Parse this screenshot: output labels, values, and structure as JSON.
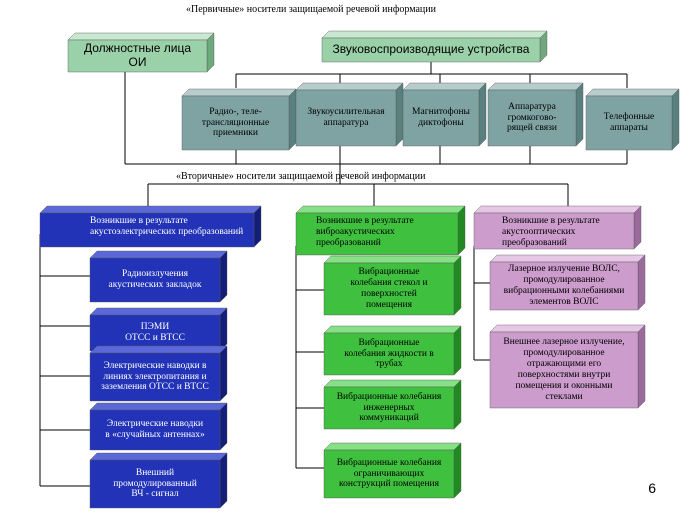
{
  "title_primary": "«Первичные» носители защищаемой речевой информации",
  "title_secondary": "«Вторичные» носители защищаемой речевой информации",
  "page_number": "6",
  "colors": {
    "gray_face": "#7fa3a3",
    "gray_top": "#b7cccc",
    "gray_side": "#5a7f7f",
    "green_light_face": "#9bd1a8",
    "green_light_top": "#c8e8cf",
    "green_light_side": "#6fa87d",
    "blue_face": "#2233b8",
    "blue_top": "#5a68d8",
    "blue_side": "#121e78",
    "green_face": "#3fc03f",
    "green_top": "#86e086",
    "green_side": "#1f8a1f",
    "violet_face": "#cc9ccc",
    "violet_top": "#e6c8e6",
    "violet_side": "#9a6a9a"
  },
  "top": {
    "officials": "Должностные лица\nОИ",
    "devices": "Звуковоспроизводящие устройства"
  },
  "devices": [
    "Радио-, теле-\nтрансляционные\nприемники",
    "Звукоусилительная\nаппаратура",
    "Магнитофоны\nдиктофоны",
    "Аппаратура\nгромкогово-\nрящей связи",
    "Телефонные\nаппараты"
  ],
  "columns": {
    "blue": {
      "header": "Возникшие в результате\nакустоэлектрических   преобразований",
      "items": [
        "Радиоизлучения\nакустических закладок",
        "ПЭМИ\nОТСС  и  ВТСС",
        "Электрические наводки  в\nлиниях электропитания  и\nзаземления ОТСС и ВТСС",
        "Электрические наводки\nв «случайных антеннах»",
        "Внешний\nпромодулированный\nВЧ - сигнал"
      ]
    },
    "green": {
      "header": "Возникшие в результате\nвиброакустических\nпреобразований",
      "items": [
        "Вибрационные\nколебания стекол и\nповерхностей\nпомещения",
        "Вибрационные\nколебания  жидкости в\nтрубах",
        "Вибрационные колебания\nинженерных\nкоммуникаций",
        "Вибрационные колебания\nограничивающих\nконструкций помещения"
      ]
    },
    "violet": {
      "header": "Возникшие  в результате\nакустооптических\nпреобразований",
      "items": [
        "Лазерное излучение ВОЛС,\nпромодулированное\nвибрационными колебаниями\nэлементов ВОЛС",
        "Внешнее лазерное излучение,\nпромодулированное\nотражающими его\nповерхностями внутри\nпомещения и оконными\nстеклами"
      ]
    }
  }
}
